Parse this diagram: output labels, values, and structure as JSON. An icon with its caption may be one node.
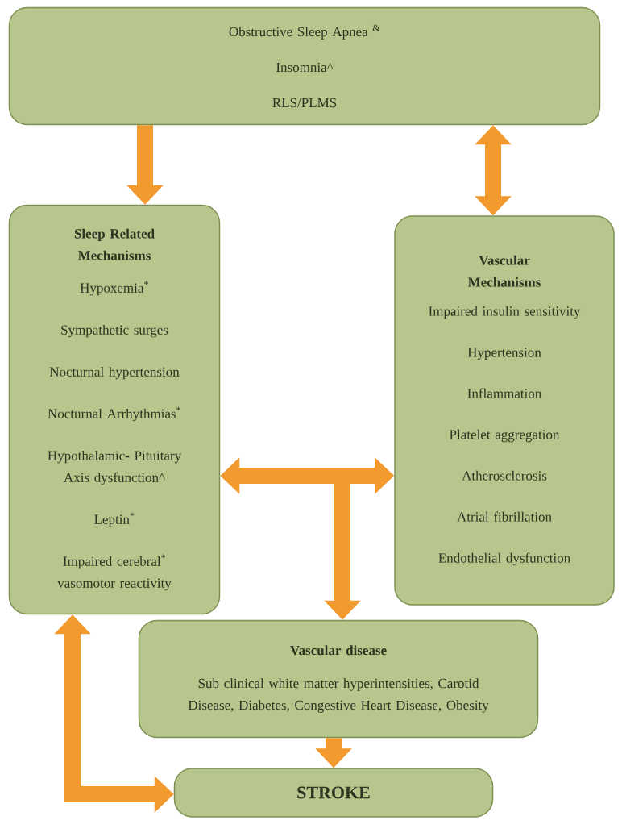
{
  "diagram": {
    "nodes": [
      {
        "text": [
          "Obstructive Sleep Apnea $^{&}$",
          "Insomnia^",
          "RLS/PLMS"
        ]
      },
      {
        "text": [
          "Sleep Related Mechanisms",
          "Hypoxemia$^{*}$",
          "Sympathetic surges",
          "Nocturnal hypertension",
          "Nocturnal Arrhythmias$^{*}$",
          "Hypothalamic- Pituitary Axis dysfunction^",
          "Leptin$^{*}$",
          "Impaired cerebral$^{*}$ vasomotor reactivity"
        ]
      },
      {
        "text": [
          "Vascular Mechanisms",
          "Impaired insulin sensitivity",
          "Hypertension",
          "Inflammation",
          "Platelet aggregation",
          "Atherosclerosis",
          "Atrial fibrillation",
          "Endothelial dysfunction"
        ]
      },
      {
        "text": [
          "Vascular disease",
          "Sub clinical white matter hyperintensities, Carotid Disease, Diabetes, Congestive Heart Disease, Obesity"
        ]
      },
      {
        "text": [
          "STROKE"
        ]
      }
    ],
    "edges": [
      {
        "from": 0,
        "to": 1,
        "arrow": "to"
      },
      {
        "from": 0,
        "to": 2,
        "arrow": "both"
      },
      {
        "from": 1,
        "to": 2,
        "arrow": "both"
      },
      {
        "from": null,
        "to": 3,
        "arrow": "to"
      },
      {
        "from": 3,
        "to": 4,
        "arrow": "to"
      },
      {
        "from": 1,
        "to": 4,
        "arrow": "both"
      }
    ]
  }
}
